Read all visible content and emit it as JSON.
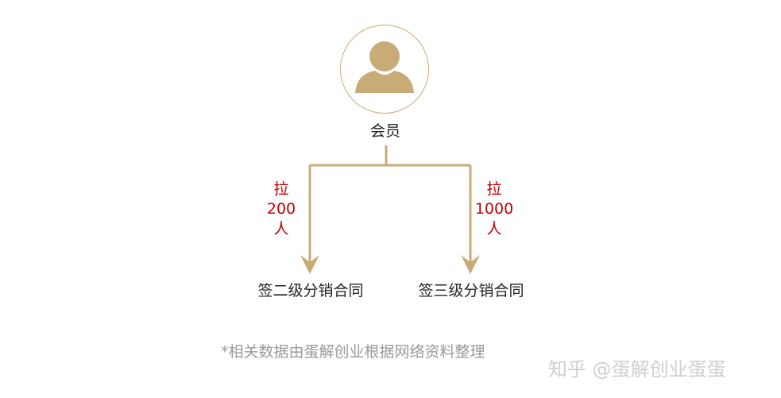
{
  "colors": {
    "connector": "#c9ab78",
    "highlight": "#c00000",
    "text": "#222222",
    "note": "#9a9a9a"
  },
  "root": {
    "icon": "person-icon",
    "label": "会员"
  },
  "branches": [
    {
      "condition": {
        "verb": "拉",
        "count": "200",
        "unit": "人"
      },
      "result": "签二级分销合同"
    },
    {
      "condition": {
        "verb": "拉",
        "count": "1000",
        "unit": "人"
      },
      "result": "签三级分销合同"
    }
  ],
  "footer": {
    "note": "*相关数据由蛋解创业根据网络资料整理"
  },
  "watermark": {
    "text": "知乎 @蛋解创业蛋蛋"
  }
}
